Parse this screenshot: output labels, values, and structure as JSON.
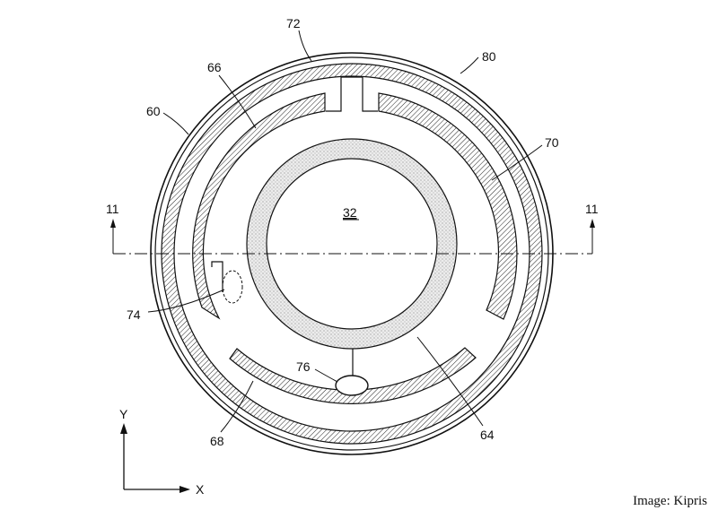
{
  "figure": {
    "labels": {
      "l72": "72",
      "l80": "80",
      "l66": "66",
      "l60": "60",
      "l70": "70",
      "l32": "32",
      "l11_left": "11",
      "l11_right": "11",
      "l74": "74",
      "l76": "76",
      "l68": "68",
      "l64": "64"
    },
    "axes": {
      "y_label": "Y",
      "x_label": "X"
    }
  },
  "credit": "Image: Kipris"
}
